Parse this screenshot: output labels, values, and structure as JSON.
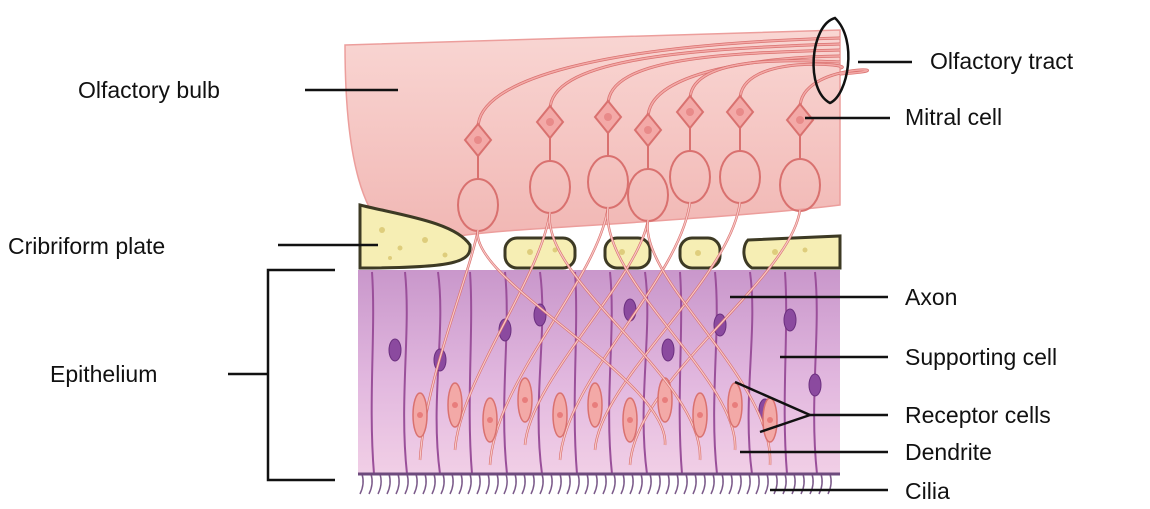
{
  "labels": {
    "olfactory_bulb": "Olfactory bulb",
    "olfactory_tract": "Olfactory tract",
    "mitral_cell": "Mitral cell",
    "cribriform_plate": "Cribriform plate",
    "epithelium": "Epithelium",
    "axon": "Axon",
    "supporting_cell": "Supporting cell",
    "receptor_cells": "Receptor cells",
    "dendrite": "Dendrite",
    "cilia": "Cilia"
  },
  "colors": {
    "bulb": "#f6c7c4",
    "bulb_edge": "#ec9e9c",
    "bone": "#f6eeb4",
    "bone_edge": "#3d3a24",
    "epithelium": "#d3a4d2",
    "supporting_cell_edge": "#9a4f9a",
    "nucleus": "#8b4a9f",
    "neuron": "#f3a9a7",
    "neuron_edge": "#d9716f",
    "leader_line": "#111111"
  }
}
